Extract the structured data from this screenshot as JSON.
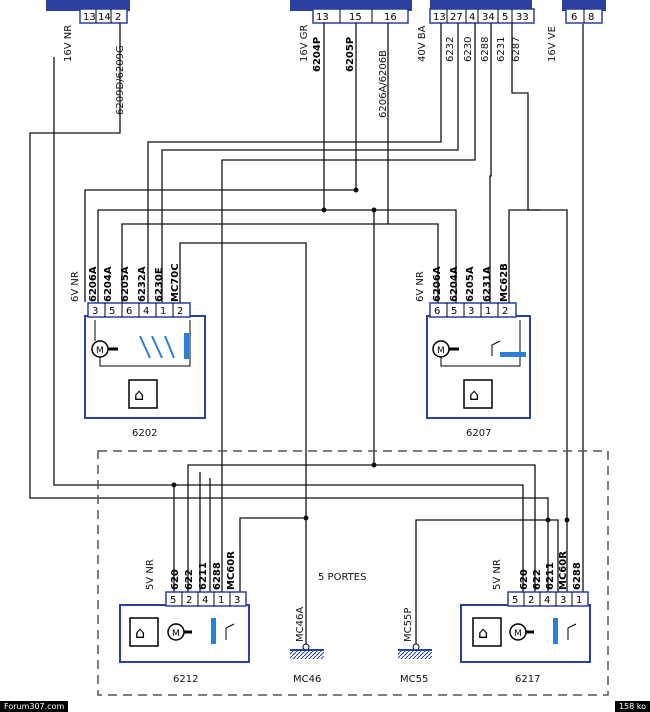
{
  "top_connectors": {
    "left": {
      "voie_label": "16V NR",
      "pins": [
        "13",
        "14",
        "2"
      ],
      "wire_label": "6209D/6209G"
    },
    "center": {
      "voie_label": "16V GR",
      "pins": [
        "13",
        "15",
        "16"
      ],
      "wire_labels": [
        "6204P",
        "6205P",
        "6206A/6206B"
      ]
    },
    "right_a": {
      "voie_label": "40V BA",
      "pins": [
        "13",
        "27",
        "4",
        "34",
        "5",
        "33"
      ],
      "wire_labels": [
        "6232",
        "6230",
        "6288",
        "6231",
        "6287"
      ]
    },
    "right_b": {
      "voie_label": "16V VE",
      "pins": [
        "6",
        "8"
      ]
    }
  },
  "components": {
    "c6202": {
      "id": "6202",
      "voie": "6V NR",
      "wires": [
        "6206A",
        "6204A",
        "6205A",
        "6232A",
        "6230E",
        "MC70C"
      ],
      "pins": [
        "3",
        "5",
        "6",
        "4",
        "1",
        "2"
      ]
    },
    "c6207": {
      "id": "6207",
      "voie": "6V NR",
      "wires": [
        "6206A",
        "6204A",
        "6205A",
        "6231A",
        "MC62B"
      ],
      "pins": [
        "6",
        "5",
        "3",
        "1",
        "2"
      ]
    },
    "c6212": {
      "id": "6212",
      "voie": "5V NR",
      "wires": [
        "620",
        "622",
        "6211",
        "6288",
        "MC60R"
      ],
      "pins": [
        "5",
        "2",
        "4",
        "1",
        "3"
      ]
    },
    "c6217": {
      "id": "6217",
      "voie": "5V NR",
      "wires": [
        "620",
        "622",
        "6211",
        "MC60R",
        "6288"
      ],
      "pins": [
        "5",
        "2",
        "4",
        "3",
        "1"
      ]
    }
  },
  "grounds": {
    "mc46": {
      "wire": "MC46A",
      "label": "MC46"
    },
    "mc55": {
      "wire": "MC55P",
      "label": "MC55"
    }
  },
  "box_label": "5 PORTES",
  "footer": {
    "left": "Forum307.com",
    "right": "158 ko"
  }
}
